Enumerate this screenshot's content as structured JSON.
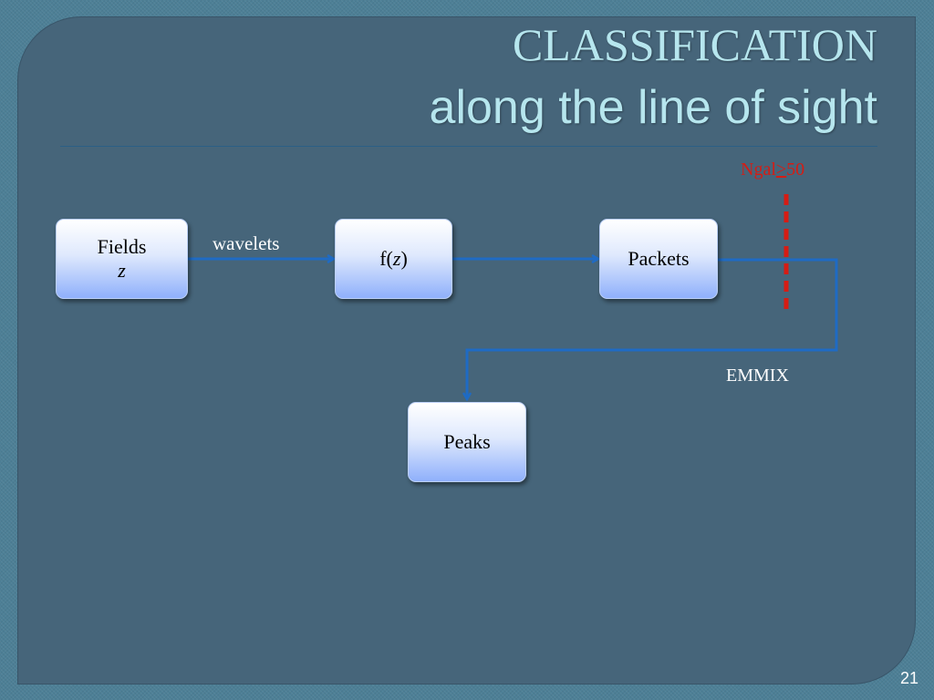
{
  "slide": {
    "title_line1": "CLASSIFICATION",
    "title_line2": "along the line of sight",
    "page_number": "21"
  },
  "nodes": {
    "fields": {
      "line1": "Fields",
      "line2": "z"
    },
    "fz": {
      "prefix": "f(",
      "var": "z",
      "suffix": ")"
    },
    "packets": {
      "label": "Packets"
    },
    "peaks": {
      "label": "Peaks"
    }
  },
  "edge_labels": {
    "wavelets": "wavelets",
    "emmix": "EMMIX",
    "threshold_prefix": "Ngal",
    "threshold_op": ">",
    "threshold_value": "50"
  },
  "colors": {
    "background": "#4d7f96",
    "panel": "#46657a",
    "title": "#b6e6ee",
    "arrow": "#1f6bc4",
    "threshold": "#d61c14"
  }
}
